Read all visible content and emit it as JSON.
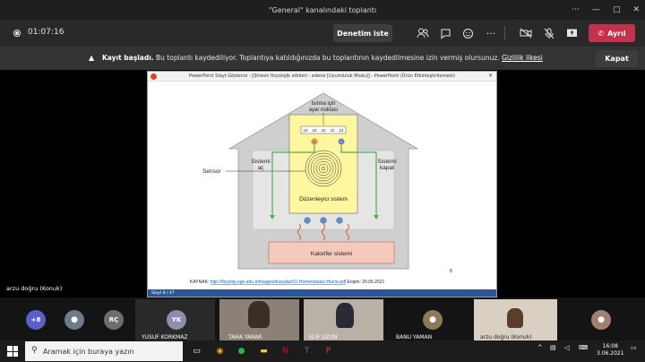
{
  "window": {
    "title": "\"General\" kanalındaki toplantı"
  },
  "toolbar": {
    "timer": "01:07:16",
    "control_label": "Denetim iste",
    "leave_label": "Ayrıl"
  },
  "banner": {
    "bold": "Kayıt başladı.",
    "text": "Bu toplantı kaydediliyor. Toplantıya katıldığınızda bu toplantının kaydedilmesine izin vermiş olursunuz.",
    "link": "Gizlilik ilkesi",
    "close_label": "Kapat"
  },
  "powerpoint": {
    "title": "PowerPoint Slayt Gösterisi - [Stresin fizyolojik etkileri - edene [Uyumluluk Modu]] - PowerPoint (Ürün Etkinleştirilemedi)",
    "status": "Slayt 8 / 47",
    "slide": {
      "thermostat_label_1": "Isıtma için",
      "thermostat_label_2": "ayar noktası",
      "scale": [
        "16",
        "18",
        "20",
        "22",
        "24"
      ],
      "system_on_1": "Sistemi",
      "system_on_2": "aç",
      "system_off_1": "Sistemi",
      "system_off_2": "kapat",
      "sensor": "Sensor",
      "regulator": "Düzenleyici sistem",
      "heater": "Kalorifer sistemi",
      "page_number": "8",
      "source_prefix": "KAYNAK: ",
      "source_link": "http://fizyoloji.ege.edu.tr/images/dosyalar/01-Homeostasiz-Hucre.pdf",
      "source_suffix": " Erişim: 20.05.2021"
    }
  },
  "speaker": {
    "name": "arzu doğru (Konuk)"
  },
  "participants": {
    "more_count": "+8",
    "initials_rc": "RÇ",
    "initials_yk": "YK",
    "yk_name": "YUSUF KORKMAZ",
    "taha_name": "TAHA YARAR",
    "elif_name": "ELİF UZUN",
    "banu_name": "BANU YAMAN",
    "arzu_name": "arzu doğru (Konuk)"
  },
  "taskbar": {
    "search_placeholder": "Aramak için buraya yazın",
    "time": "16:08",
    "date": "3.06.2021"
  },
  "colors": {
    "accent_leave": "#c4314b",
    "slide_yellow": "#fef7a0",
    "slide_pink": "#f6c9bd",
    "slide_gray": "#cfcfcf",
    "arrow_green": "#4caf50"
  }
}
